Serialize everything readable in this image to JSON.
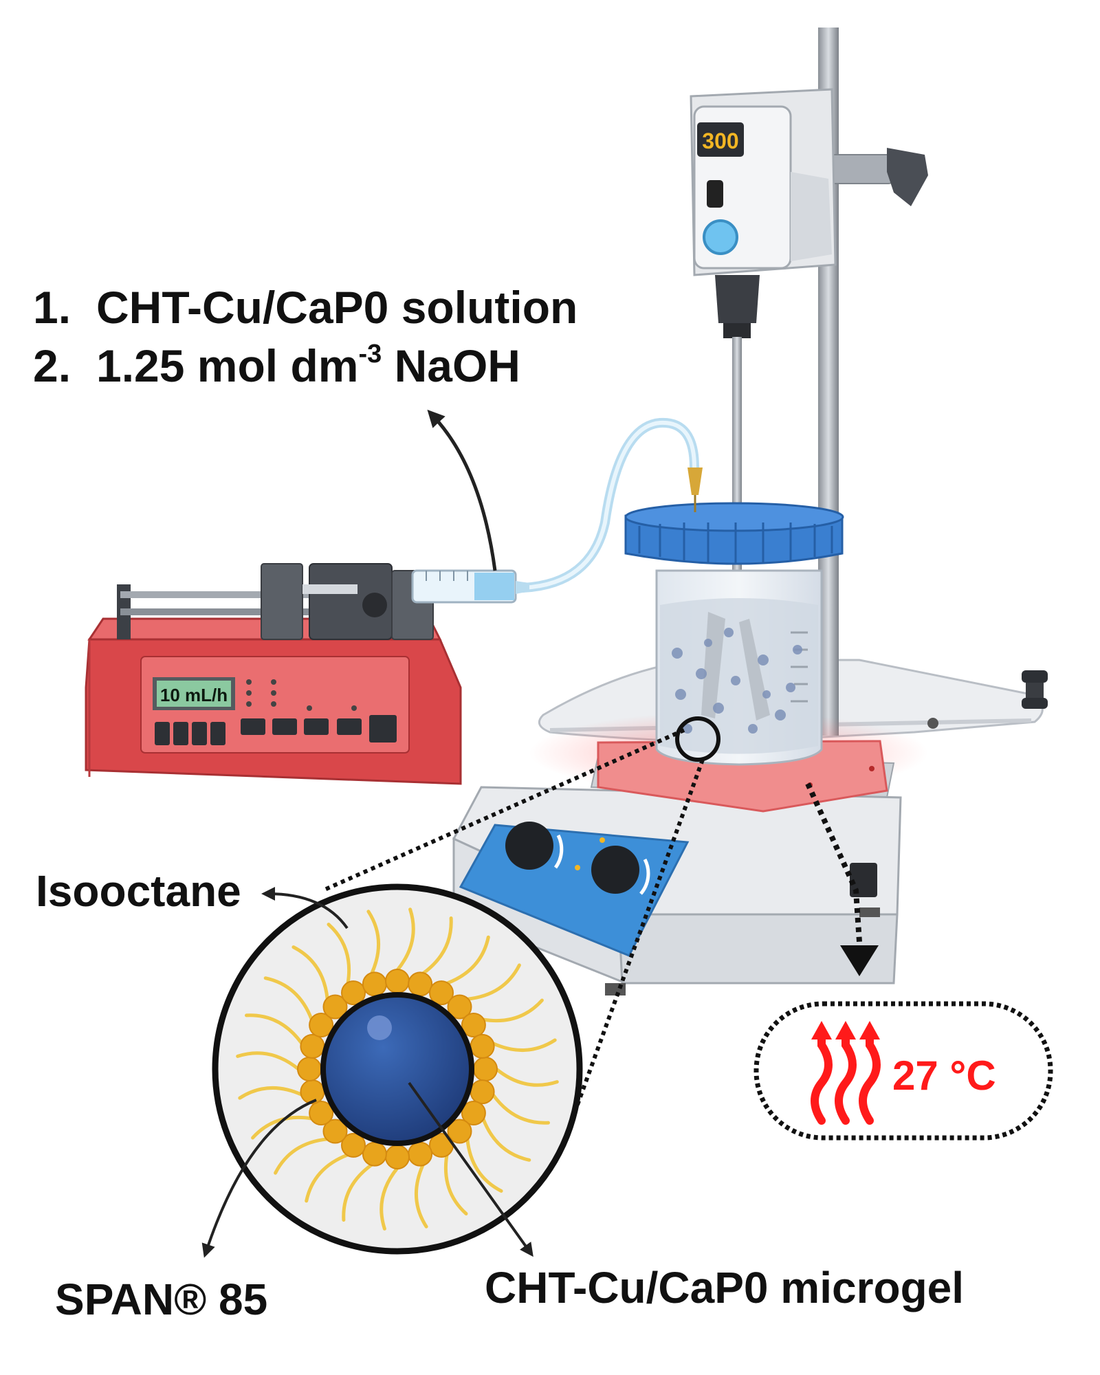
{
  "steps": [
    {
      "num": "1.",
      "text": "CHT-Cu/CaP0 solution"
    },
    {
      "num": "2.",
      "text": "1.25 mol dm",
      "sup": "-3",
      "tail": " NaOH"
    }
  ],
  "pump_display": "10 mL/h",
  "stirrer_display": "300",
  "labels": {
    "isooctane": "Isooctane",
    "span": "SPAN® 85",
    "microgel": "CHT-Cu/CaP0 microgel"
  },
  "temperature": "27 °C",
  "colors": {
    "pump_red": "#d9474a",
    "lid_blue": "#3a7fd0",
    "plate_blue": "#3d8fd8",
    "microgel_blue": "#2a4f96",
    "surfactant_orange": "#e8a41c",
    "tail_yellow": "#f0c84a",
    "heat_red": "#ff1a1a"
  },
  "icons": [
    "syringe-pump-icon",
    "overhead-stirrer-icon",
    "beaker-icon",
    "hotplate-icon",
    "heat-waves-icon",
    "micelle-icon"
  ]
}
